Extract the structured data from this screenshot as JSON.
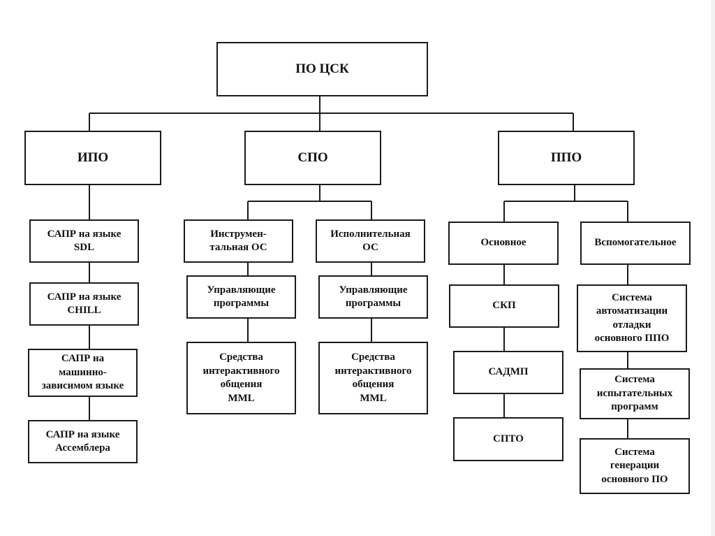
{
  "diagram": {
    "root": "ПО ЦСК",
    "branches": [
      {
        "label": "ИПО",
        "children": [
          "САПР на языке\nSDL",
          "САПР на языке\nCHILL",
          "САПР на\nмашинно-\nзависимом языке",
          "САПР на языке\nАссемблера"
        ]
      },
      {
        "label": "СПО",
        "groups": [
          {
            "label": "Инструмен-\nтальная ОС",
            "children": [
              "Управляющие\nпрограммы",
              "Средства\nинтерактивного\nобщения\nMML"
            ]
          },
          {
            "label": "Исполнительная\nОС",
            "children": [
              "Управляющие\nпрограммы",
              "Средства\nинтерактивного\nобщения\nMML"
            ]
          }
        ]
      },
      {
        "label": "ППО",
        "groups": [
          {
            "label": "Основное",
            "children": [
              "СКП",
              "САДМП",
              "СПТО"
            ]
          },
          {
            "label": "Вспомогательное",
            "children": [
              "Система\nавтоматизации\nотладки\nосновного ППО",
              "Система\nиспытательных\nпрограмм",
              "Система\nгенерации\nосновного ПО"
            ]
          }
        ]
      }
    ]
  },
  "colors": {
    "line": "#1a1a1a",
    "background": "#ffffff"
  }
}
